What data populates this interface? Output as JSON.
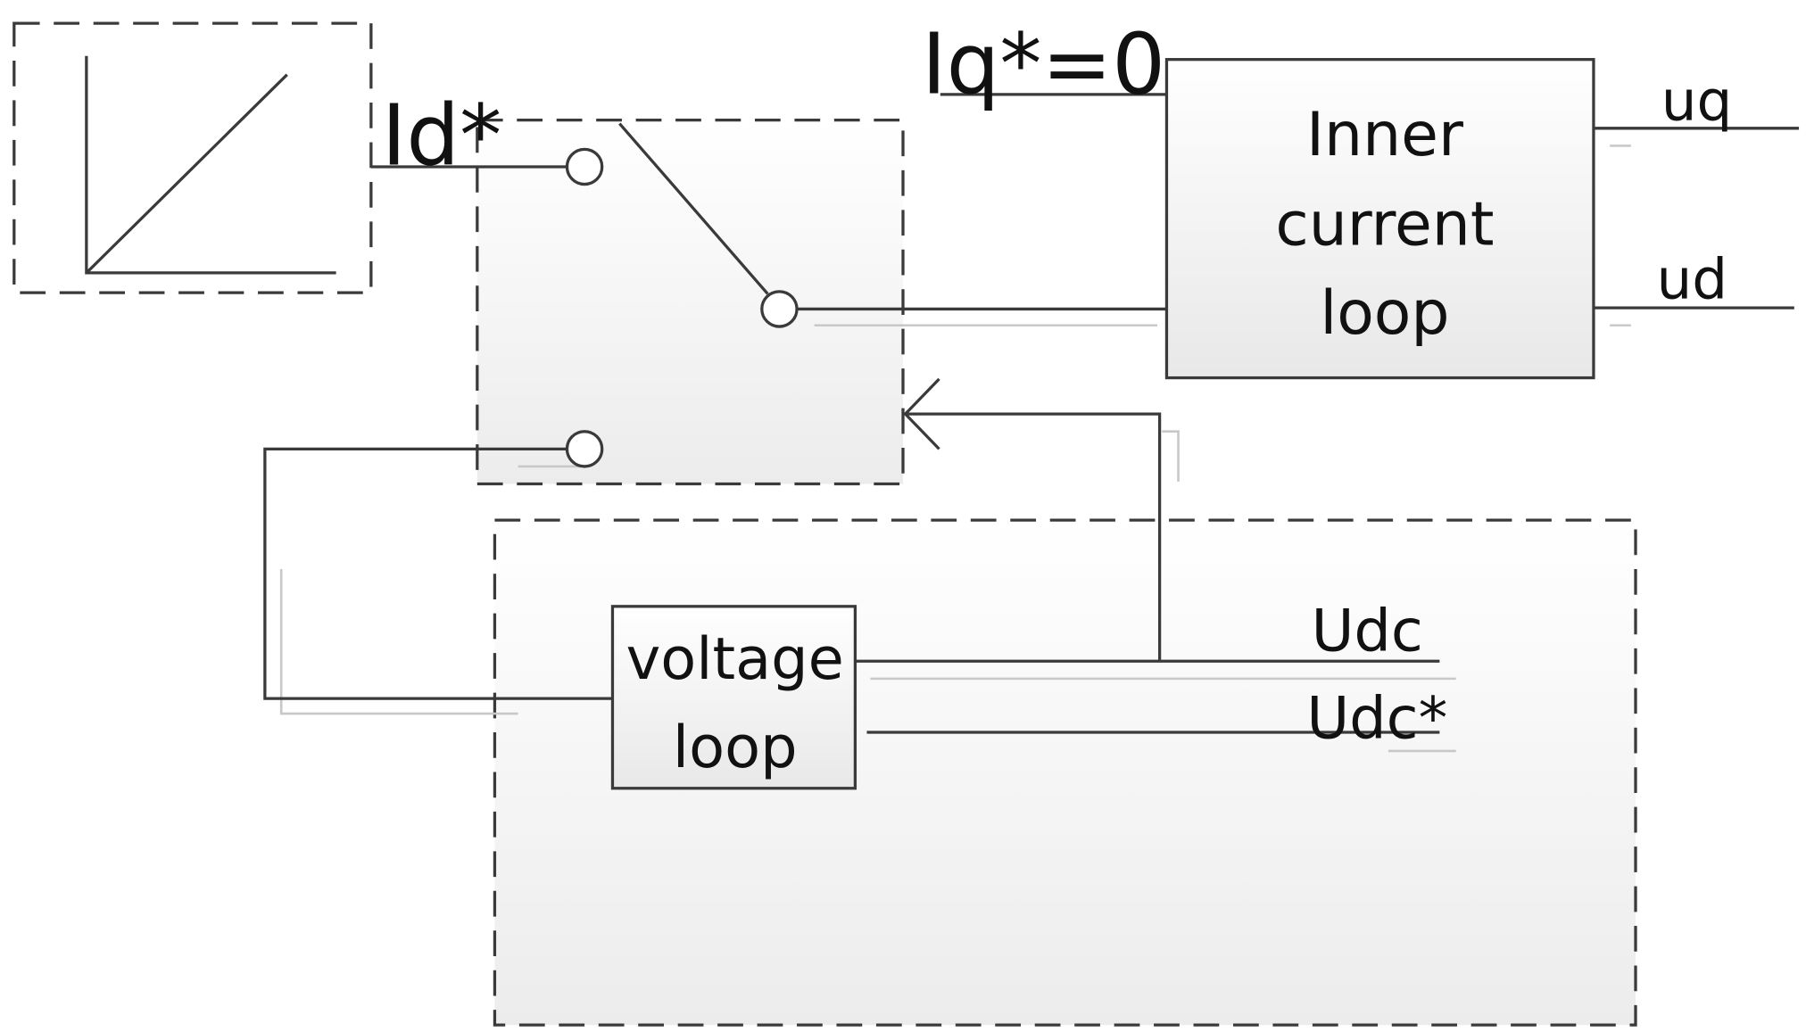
{
  "labels": {
    "id_ref": "Id*",
    "iq_ref": "Iq*=0",
    "inner_loop_line1": "Inner",
    "inner_loop_line2": "current",
    "inner_loop_line3": "loop",
    "voltage_loop_line1": "voltage",
    "voltage_loop_line2": "loop",
    "uq": "uq",
    "ud": "ud",
    "udc": "Udc",
    "udc_ref": "Udc*"
  },
  "colors": {
    "line": "#3a3a3a",
    "shadow": "#c8c8c8",
    "box_fill_top": "#ffffff",
    "box_fill_bottom": "#e9e9e9",
    "text": "#111111"
  },
  "icons": {
    "ramp": "ramp-generator-icon",
    "switch": "selector-switch-icon",
    "arrow": "control-arrow-icon"
  }
}
